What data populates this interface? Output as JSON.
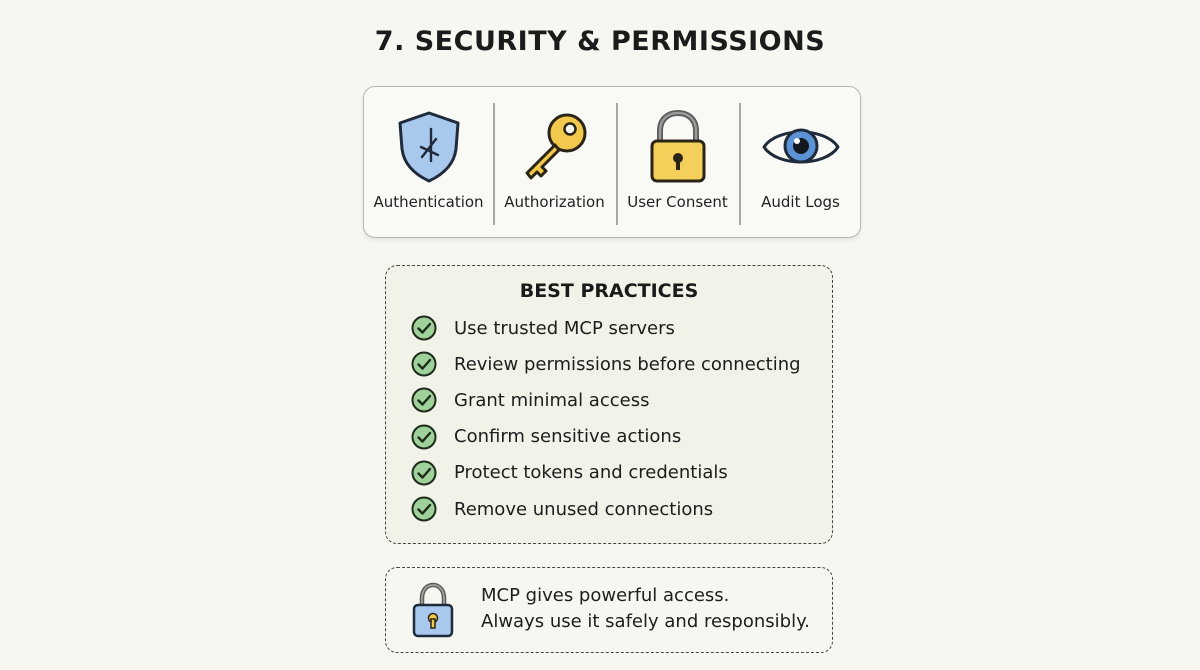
{
  "title": "7. SECURITY & PERMISSIONS",
  "pillars": [
    {
      "label": "Authentication",
      "icon": "shield-icon",
      "color": "#a9c8ee"
    },
    {
      "label": "Authorization",
      "icon": "key-icon",
      "color": "#f2c94c"
    },
    {
      "label": "User Consent",
      "icon": "padlock-icon",
      "color": "#f4d05a"
    },
    {
      "label": "Audit Logs",
      "icon": "eye-icon",
      "color": "#5b93d6"
    }
  ],
  "best_practices": {
    "title": "BEST PRACTICES",
    "check_color": "#9fd19a",
    "items": [
      "Use trusted MCP servers",
      "Review permissions before connecting",
      "Grant minimal access",
      "Confirm sensitive actions",
      "Protect tokens and credentials",
      "Remove unused connections"
    ]
  },
  "note": {
    "icon": "padlock-icon",
    "line1": "MCP gives powerful access.",
    "line2": "Always use it safely and responsibly."
  }
}
